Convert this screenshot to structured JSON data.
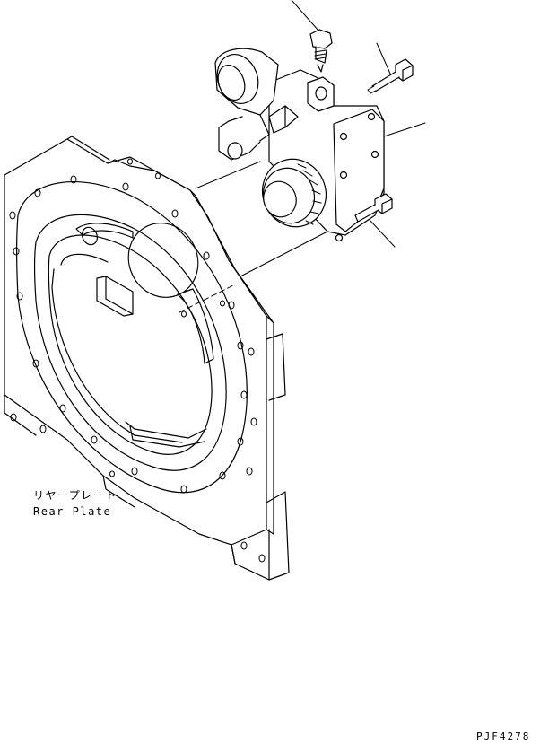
{
  "labels": {
    "rear_plate_jp": "リヤープレート",
    "rear_plate_en": "Rear Plate"
  },
  "drawing_code": "PJF4278"
}
